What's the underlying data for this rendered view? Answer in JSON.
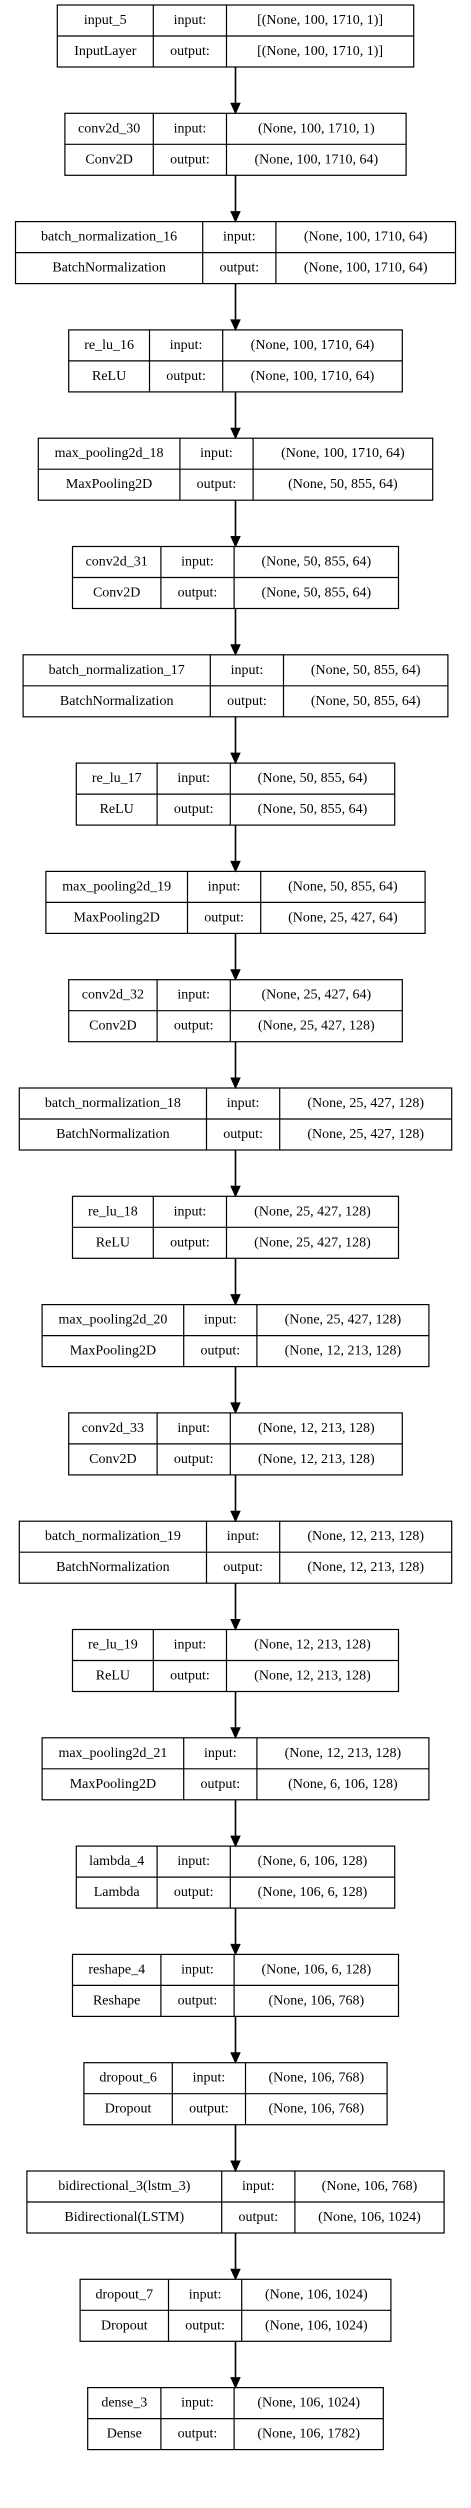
{
  "diagram": {
    "labels": {
      "input": "input:",
      "output": "output:"
    },
    "layers": [
      {
        "name": "input_5",
        "type": "InputLayer",
        "input": "[(None, 100, 1710, 1)]",
        "output": "[(None, 100, 1710, 1)]"
      },
      {
        "name": "conv2d_30",
        "type": "Conv2D",
        "input": "(None, 100, 1710, 1)",
        "output": "(None, 100, 1710, 64)"
      },
      {
        "name": "batch_normalization_16",
        "type": "BatchNormalization",
        "input": "(None, 100, 1710, 64)",
        "output": "(None, 100, 1710, 64)"
      },
      {
        "name": "re_lu_16",
        "type": "ReLU",
        "input": "(None, 100, 1710, 64)",
        "output": "(None, 100, 1710, 64)"
      },
      {
        "name": "max_pooling2d_18",
        "type": "MaxPooling2D",
        "input": "(None, 100, 1710, 64)",
        "output": "(None, 50, 855, 64)"
      },
      {
        "name": "conv2d_31",
        "type": "Conv2D",
        "input": "(None, 50, 855, 64)",
        "output": "(None, 50, 855, 64)"
      },
      {
        "name": "batch_normalization_17",
        "type": "BatchNormalization",
        "input": "(None, 50, 855, 64)",
        "output": "(None, 50, 855, 64)"
      },
      {
        "name": "re_lu_17",
        "type": "ReLU",
        "input": "(None, 50, 855, 64)",
        "output": "(None, 50, 855, 64)"
      },
      {
        "name": "max_pooling2d_19",
        "type": "MaxPooling2D",
        "input": "(None, 50, 855, 64)",
        "output": "(None, 25, 427, 64)"
      },
      {
        "name": "conv2d_32",
        "type": "Conv2D",
        "input": "(None, 25, 427, 64)",
        "output": "(None, 25, 427, 128)"
      },
      {
        "name": "batch_normalization_18",
        "type": "BatchNormalization",
        "input": "(None, 25, 427, 128)",
        "output": "(None, 25, 427, 128)"
      },
      {
        "name": "re_lu_18",
        "type": "ReLU",
        "input": "(None, 25, 427, 128)",
        "output": "(None, 25, 427, 128)"
      },
      {
        "name": "max_pooling2d_20",
        "type": "MaxPooling2D",
        "input": "(None, 25, 427, 128)",
        "output": "(None, 12, 213, 128)"
      },
      {
        "name": "conv2d_33",
        "type": "Conv2D",
        "input": "(None, 12, 213, 128)",
        "output": "(None, 12, 213, 128)"
      },
      {
        "name": "batch_normalization_19",
        "type": "BatchNormalization",
        "input": "(None, 12, 213, 128)",
        "output": "(None, 12, 213, 128)"
      },
      {
        "name": "re_lu_19",
        "type": "ReLU",
        "input": "(None, 12, 213, 128)",
        "output": "(None, 12, 213, 128)"
      },
      {
        "name": "max_pooling2d_21",
        "type": "MaxPooling2D",
        "input": "(None, 12, 213, 128)",
        "output": "(None, 6, 106, 128)"
      },
      {
        "name": "lambda_4",
        "type": "Lambda",
        "input": "(None, 6, 106, 128)",
        "output": "(None, 106, 6, 128)"
      },
      {
        "name": "reshape_4",
        "type": "Reshape",
        "input": "(None, 106, 6, 128)",
        "output": "(None, 106, 768)"
      },
      {
        "name": "dropout_6",
        "type": "Dropout",
        "input": "(None, 106, 768)",
        "output": "(None, 106, 768)"
      },
      {
        "name": "bidirectional_3(lstm_3)",
        "type": "Bidirectional(LSTM)",
        "input": "(None, 106, 768)",
        "output": "(None, 106, 1024)"
      },
      {
        "name": "dropout_7",
        "type": "Dropout",
        "input": "(None, 106, 1024)",
        "output": "(None, 106, 1024)"
      },
      {
        "name": "dense_3",
        "type": "Dense",
        "input": "(None, 106, 1024)",
        "output": "(None, 106, 1782)"
      }
    ]
  }
}
